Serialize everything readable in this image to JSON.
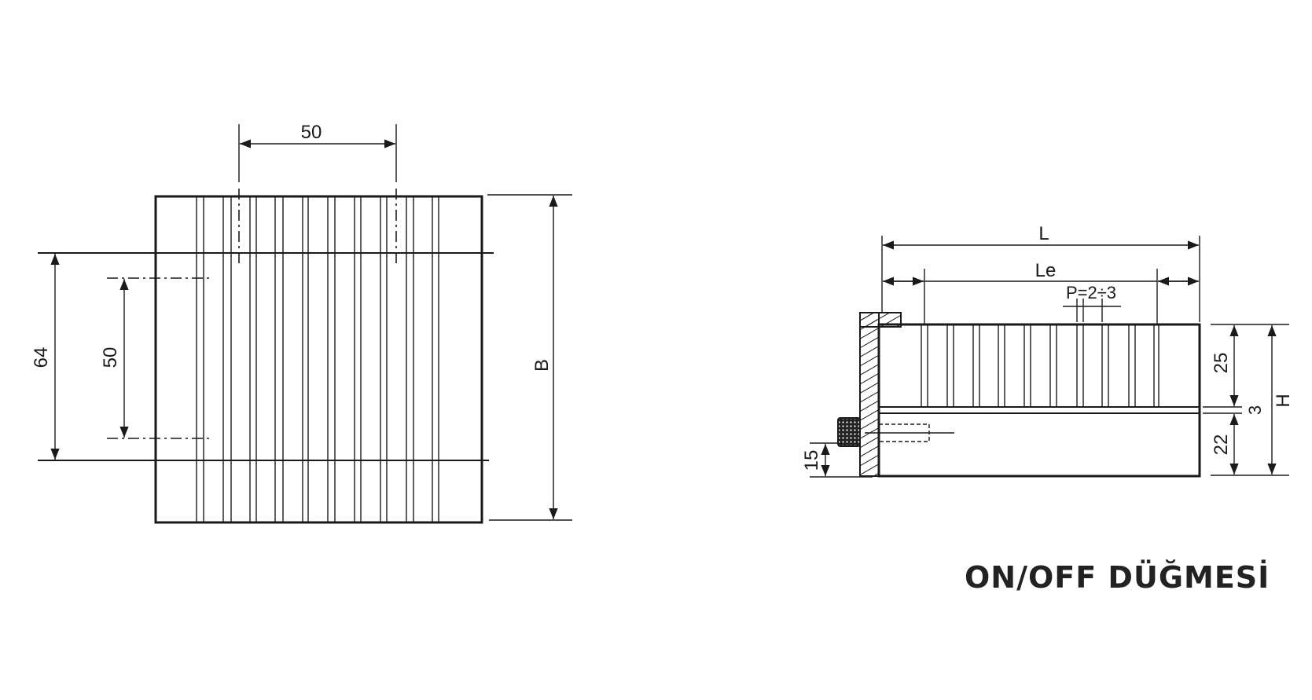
{
  "left_view": {
    "dim_top_width": "50",
    "dim_left_outer": "64",
    "dim_left_inner": "50",
    "dim_right_height": "B"
  },
  "right_view": {
    "dim_L": "L",
    "dim_Le": "Le",
    "dim_pitch": "P=2÷3",
    "dim_upper": "25",
    "dim_gap": "3",
    "dim_lower": "22",
    "dim_H": "H",
    "dim_knob": "15"
  },
  "caption": "ON/OFF DÜĞMESİ"
}
